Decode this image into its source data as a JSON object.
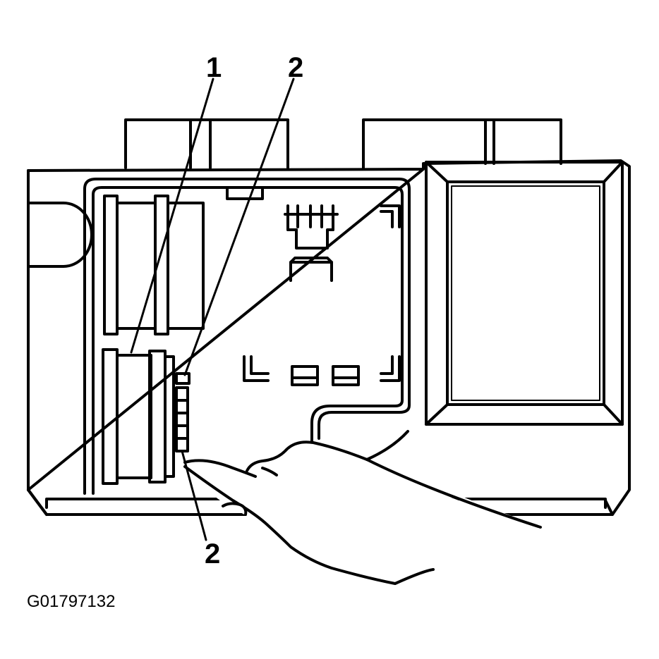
{
  "callouts": {
    "label_1": "1",
    "label_2_top": "2",
    "label_2_bottom": "2"
  },
  "figure_id": "G01797132",
  "colors": {
    "line": "#000000",
    "background": "#ffffff"
  }
}
